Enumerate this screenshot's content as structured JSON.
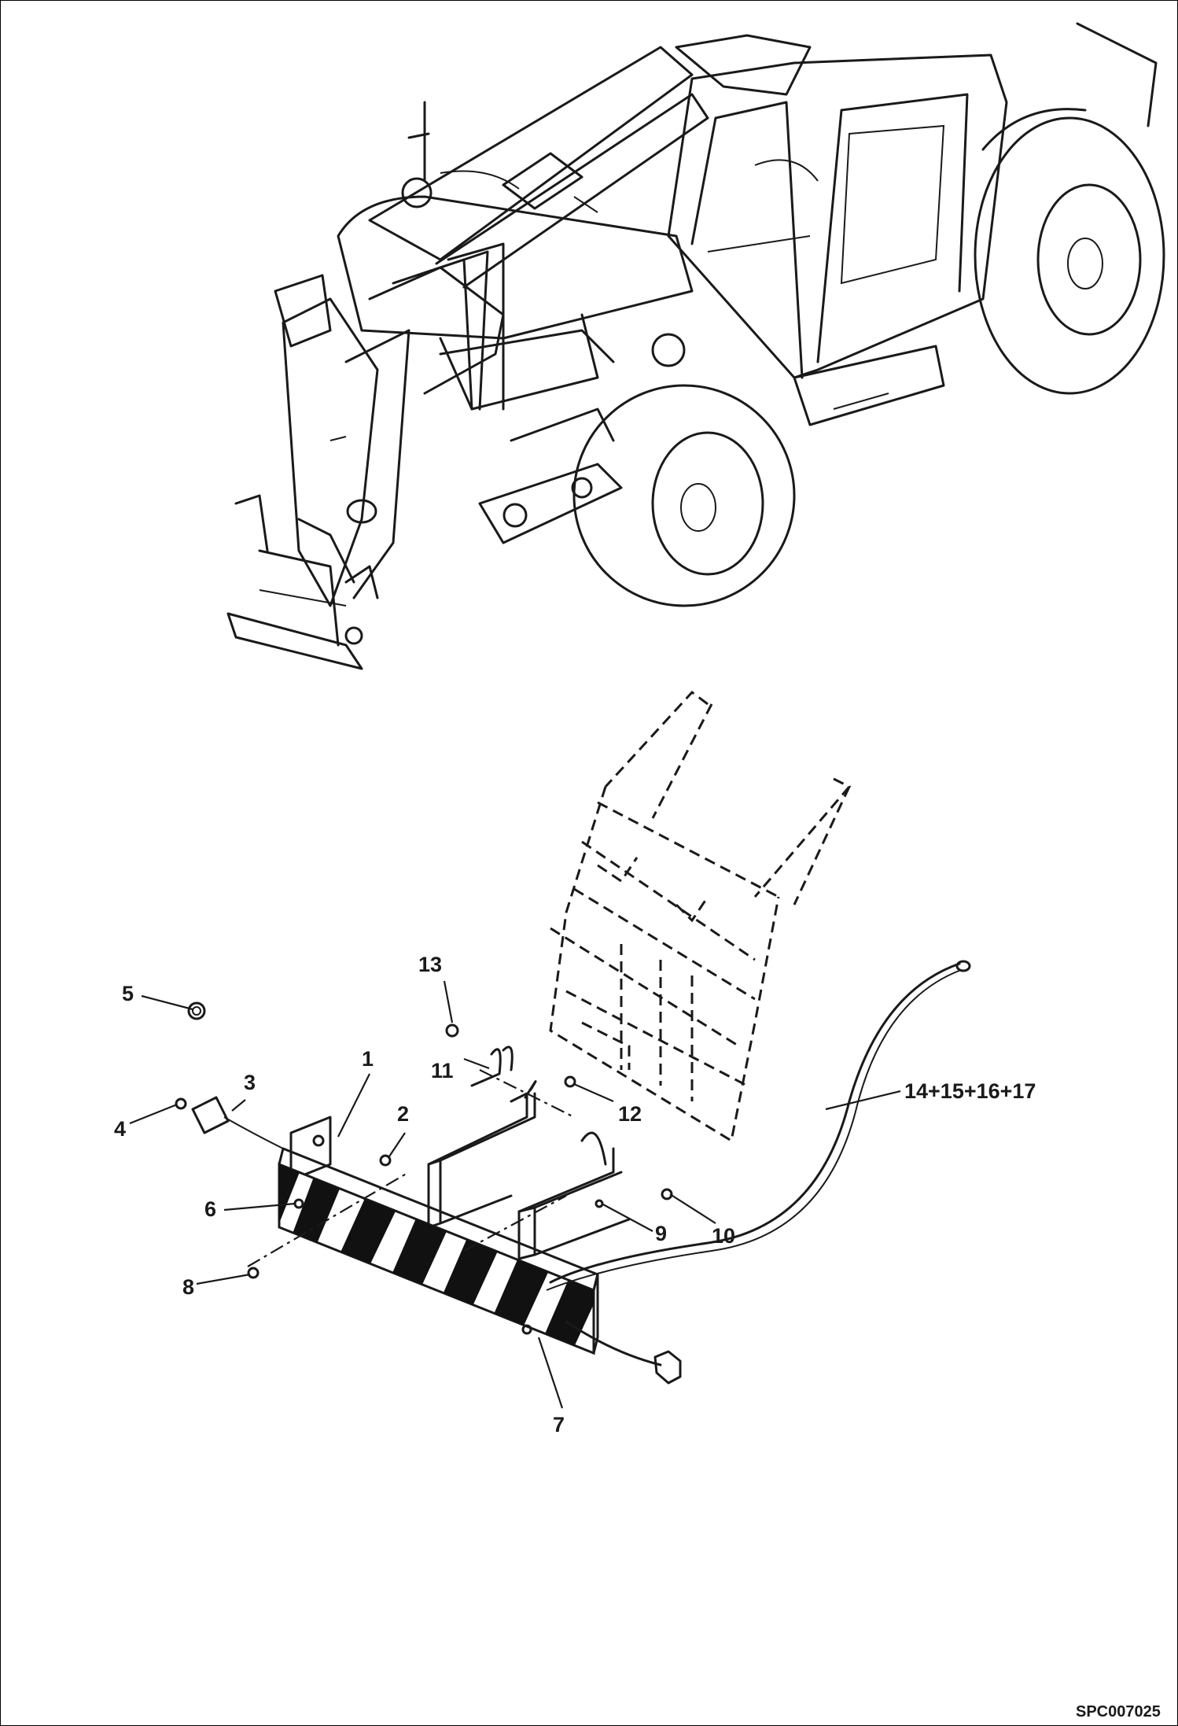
{
  "drawing": {
    "reference_code": "SPC007025",
    "callouts": [
      "1",
      "2",
      "3",
      "4",
      "5",
      "6",
      "7",
      "8",
      "9",
      "10",
      "11",
      "12",
      "13",
      "14+15+16+17"
    ]
  }
}
